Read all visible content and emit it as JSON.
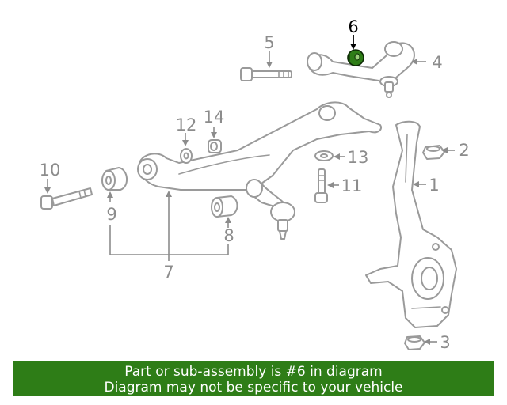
{
  "callouts": {
    "c1": "1",
    "c2": "2",
    "c3": "3",
    "c4": "4",
    "c5": "5",
    "c6": "6",
    "c7": "7",
    "c8": "8",
    "c9": "9",
    "c10": "10",
    "c11": "11",
    "c12": "12",
    "c13": "13",
    "c14": "14"
  },
  "highlight": {
    "part_number": "6",
    "color": "#2e7d17"
  },
  "banner": {
    "line1": "Part or sub-assembly is #6 in diagram",
    "line2": "Diagram may not be specific to your vehicle",
    "background": "#2e7d17"
  }
}
